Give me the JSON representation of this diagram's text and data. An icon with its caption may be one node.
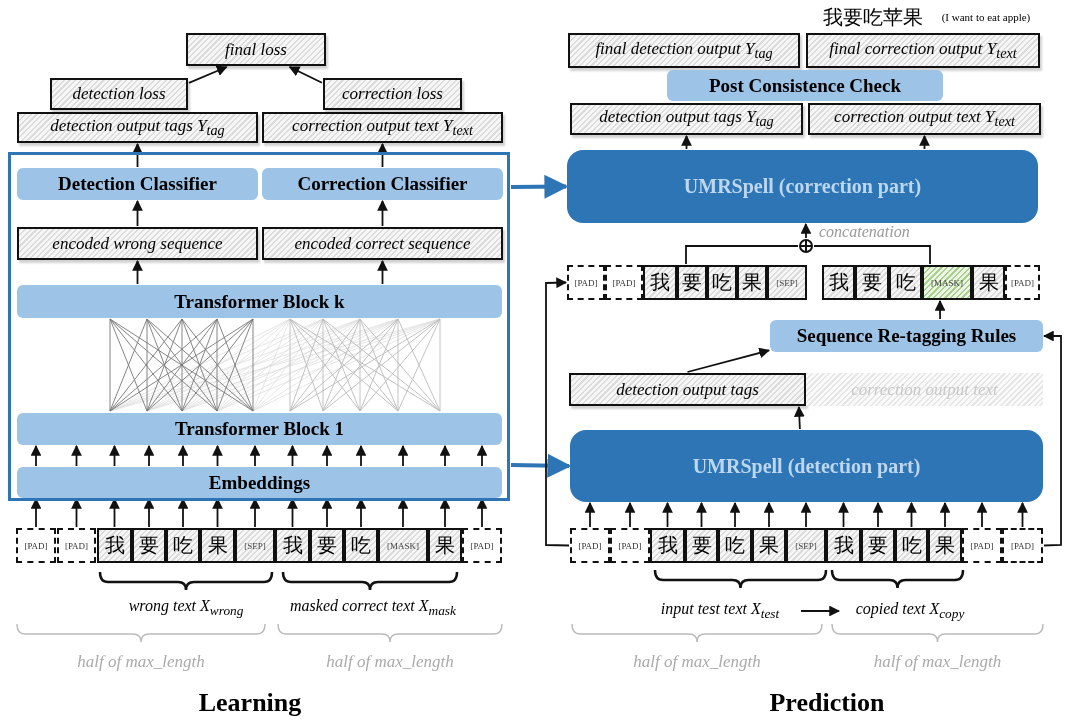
{
  "diagram": {
    "nodes": [
      {
        "text": [
          "final loss"
        ]
      },
      {
        "text": [
          "detection loss"
        ]
      },
      {
        "text": [
          "correction loss"
        ]
      },
      {
        "text": [
          "detection output tags Y$_{tag}$"
        ]
      },
      {
        "text": [
          "correction output text Y$_{text}$"
        ]
      },
      {
        "text": [],
        "shape": "box"
      },
      {
        "text": [
          "Detection Classifier"
        ],
        "in": 5
      },
      {
        "text": [
          "Correction Classifier"
        ],
        "in": 5
      },
      {
        "text": [
          "encoded wrong sequence"
        ],
        "in": 5
      },
      {
        "text": [
          "encoded correct sequence"
        ],
        "in": 5
      },
      {
        "text": [
          "Transformer Block k"
        ],
        "in": 5
      },
      {
        "text": [
          "Transformer Block 1"
        ],
        "in": 5
      },
      {
        "text": [
          "Embeddings"
        ],
        "in": 5
      },
      {
        "text": [
          "[PAD]"
        ]
      },
      {
        "text": [
          "[PAD]"
        ]
      },
      {
        "text": [
          "我"
        ]
      },
      {
        "text": [
          "要"
        ]
      },
      {
        "text": [
          "吃"
        ]
      },
      {
        "text": [
          "果"
        ]
      },
      {
        "text": [
          "[SEP]"
        ]
      },
      {
        "text": [
          "我"
        ]
      },
      {
        "text": [
          "要"
        ]
      },
      {
        "text": [
          "吃"
        ]
      },
      {
        "text": [
          "[MASK]"
        ]
      },
      {
        "text": [
          "果"
        ]
      },
      {
        "text": [
          "[PAD]"
        ]
      },
      {
        "text": [
          "final detection output Y$_{tag}$"
        ]
      },
      {
        "text": [
          "final correction output Y$_{text}$"
        ]
      },
      {
        "text": [
          "Post Consistence Check"
        ]
      },
      {
        "text": [
          "detection output tags Y$_{tag}$"
        ]
      },
      {
        "text": [
          "correction output text Y$_{text}$"
        ]
      },
      {
        "text": [
          "UMRSpell (correction part)"
        ]
      },
      {
        "text": [],
        "shape": "circle",
        "beside": [
          "concatenation"
        ]
      },
      {
        "text": [
          "[PAD]"
        ]
      },
      {
        "text": [
          "[PAD]"
        ]
      },
      {
        "text": [
          "我"
        ]
      },
      {
        "text": [
          "要"
        ]
      },
      {
        "text": [
          "吃"
        ]
      },
      {
        "text": [
          "果"
        ]
      },
      {
        "text": [
          "[SEP]"
        ]
      },
      {
        "text": [
          "我"
        ]
      },
      {
        "text": [
          "要"
        ]
      },
      {
        "text": [
          "吃"
        ]
      },
      {
        "text": [
          "[MASK]"
        ]
      },
      {
        "text": [
          "果"
        ]
      },
      {
        "text": [
          "[PAD]"
        ]
      },
      {
        "text": [
          "Sequence Re-tagging Rules"
        ]
      },
      {
        "text": [
          "detection output tags"
        ]
      },
      {
        "text": [
          "correction output text"
        ]
      },
      {
        "text": [
          "UMRSpell (detection part)"
        ]
      },
      {
        "text": [
          "[PAD]"
        ]
      },
      {
        "text": [
          "[PAD]"
        ]
      },
      {
        "text": [
          "我"
        ]
      },
      {
        "text": [
          "要"
        ]
      },
      {
        "text": [
          "吃"
        ]
      },
      {
        "text": [
          "果"
        ]
      },
      {
        "text": [
          "[SEP]"
        ]
      },
      {
        "text": [
          "我"
        ]
      },
      {
        "text": [
          "要"
        ]
      },
      {
        "text": [
          "吃"
        ]
      },
      {
        "text": [
          "果"
        ]
      },
      {
        "text": [
          "[PAD]"
        ]
      },
      {
        "text": [
          "[PAD]"
        ]
      },
      {
        "text": [
          "input test text X$_{test}$"
        ]
      },
      {
        "text": [
          "copied text X$_{copy}$"
        ]
      }
    ],
    "edges": [
      {
        "from": 1,
        "to": 0,
        "arrow": "to"
      },
      {
        "from": 2,
        "to": 0,
        "arrow": "to"
      },
      {
        "from": 6,
        "to": 3,
        "arrow": "to"
      },
      {
        "from": 7,
        "to": 4,
        "arrow": "to"
      },
      {
        "from": 8,
        "to": 6,
        "arrow": "to"
      },
      {
        "from": 9,
        "to": 7,
        "arrow": "to"
      },
      {
        "from": 10,
        "to": 8,
        "arrow": "to"
      },
      {
        "from": 10,
        "to": 9,
        "arrow": "to"
      },
      {
        "from": 12,
        "to": 11,
        "arrow": "to"
      },
      {
        "from": 12,
        "to": 11,
        "arrow": "to"
      },
      {
        "from": 12,
        "to": 11,
        "arrow": "to"
      },
      {
        "from": 12,
        "to": 11,
        "arrow": "to"
      },
      {
        "from": 12,
        "to": 11,
        "arrow": "to"
      },
      {
        "from": 12,
        "to": 11,
        "arrow": "to"
      },
      {
        "from": 12,
        "to": 11,
        "arrow": "to"
      },
      {
        "from": 12,
        "to": 11,
        "arrow": "to"
      },
      {
        "from": 12,
        "to": 11,
        "arrow": "to"
      },
      {
        "from": 12,
        "to": 11,
        "arrow": "to"
      },
      {
        "from": 12,
        "to": 11,
        "arrow": "to"
      },
      {
        "from": 12,
        "to": 11,
        "arrow": "to"
      },
      {
        "from": 12,
        "to": 11,
        "arrow": "to"
      },
      {
        "from": 13,
        "to": 12,
        "arrow": "to"
      },
      {
        "from": 14,
        "to": 12,
        "arrow": "to"
      },
      {
        "from": 15,
        "to": 12,
        "arrow": "to"
      },
      {
        "from": 16,
        "to": 12,
        "arrow": "to"
      },
      {
        "from": 17,
        "to": 12,
        "arrow": "to"
      },
      {
        "from": 18,
        "to": 12,
        "arrow": "to"
      },
      {
        "from": 19,
        "to": 12,
        "arrow": "to"
      },
      {
        "from": 20,
        "to": 12,
        "arrow": "to"
      },
      {
        "from": 21,
        "to": 12,
        "arrow": "to"
      },
      {
        "from": 22,
        "to": 12,
        "arrow": "to"
      },
      {
        "from": 23,
        "to": 12,
        "arrow": "to"
      },
      {
        "from": 24,
        "to": 12,
        "arrow": "to"
      },
      {
        "from": 25,
        "to": 12,
        "arrow": "to"
      },
      {
        "from": 5,
        "to": 31,
        "arrow": "to",
        "style": "thick",
        "color": "#2e75b6"
      },
      {
        "from": 5,
        "to": 49,
        "arrow": "to",
        "style": "thick",
        "color": "#2e75b6"
      },
      {
        "from": 31,
        "to": 29,
        "arrow": "to"
      },
      {
        "from": 31,
        "to": 30,
        "arrow": "to"
      },
      {
        "from": 36,
        "to": 32,
        "arrow": "none"
      },
      {
        "from": 43,
        "to": 32,
        "arrow": "none"
      },
      {
        "from": 32,
        "to": 31,
        "arrow": "to"
      },
      {
        "from": 46,
        "to": 43,
        "arrow": "to"
      },
      {
        "from": 47,
        "to": 46,
        "arrow": "to"
      },
      {
        "from": 62,
        "to": 46,
        "arrow": "to"
      },
      {
        "from": 50,
        "to": 33,
        "arrow": "to"
      },
      {
        "from": 49,
        "to": 47,
        "arrow": "to"
      },
      {
        "from": 50,
        "to": 49,
        "arrow": "to"
      },
      {
        "from": 51,
        "to": 49,
        "arrow": "to"
      },
      {
        "from": 52,
        "to": 49,
        "arrow": "to"
      },
      {
        "from": 53,
        "to": 49,
        "arrow": "to"
      },
      {
        "from": 54,
        "to": 49,
        "arrow": "to"
      },
      {
        "from": 55,
        "to": 49,
        "arrow": "to"
      },
      {
        "from": 56,
        "to": 49,
        "arrow": "to"
      },
      {
        "from": 57,
        "to": 49,
        "arrow": "to"
      },
      {
        "from": 58,
        "to": 49,
        "arrow": "to"
      },
      {
        "from": 59,
        "to": 49,
        "arrow": "to"
      },
      {
        "from": 60,
        "to": 49,
        "arrow": "to"
      },
      {
        "from": 61,
        "to": 49,
        "arrow": "to"
      },
      {
        "from": 62,
        "to": 49,
        "arrow": "to"
      },
      {
        "from": 63,
        "to": 64,
        "arrow": "to"
      }
    ],
    "labels": [
      "我要吃苹果",
      "(I want to eat apple)",
      "wrong text X$_{wrong}$",
      "masked correct text X$_{mask}$",
      "half of max_length",
      "half of max_length",
      "Learning",
      "half of max_length",
      "half of max_length",
      "Prediction"
    ]
  }
}
